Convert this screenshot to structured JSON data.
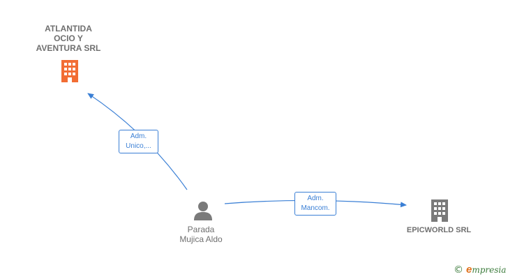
{
  "nodes": {
    "company_top": {
      "name": "ATLANTIDA\nOCIO Y\nAVENTURA SRL",
      "icon": "building-icon",
      "color": "#f26d34"
    },
    "company_right": {
      "name": "EPICWORLD SRL",
      "icon": "building-icon",
      "color": "#7a7a7a"
    },
    "person": {
      "name": "Parada\nMujica Aldo",
      "icon": "person-icon",
      "color": "#7a7a7a"
    }
  },
  "edges": [
    {
      "from": "person",
      "to": "company_top",
      "label": "Adm.\nUnico,..."
    },
    {
      "from": "person",
      "to": "company_right",
      "label": "Adm.\nMancom."
    }
  ],
  "colors": {
    "edge": "#3a7fd5"
  },
  "brand": {
    "copyright_symbol": "©",
    "e_letter": "e",
    "rest": "mpresia"
  }
}
